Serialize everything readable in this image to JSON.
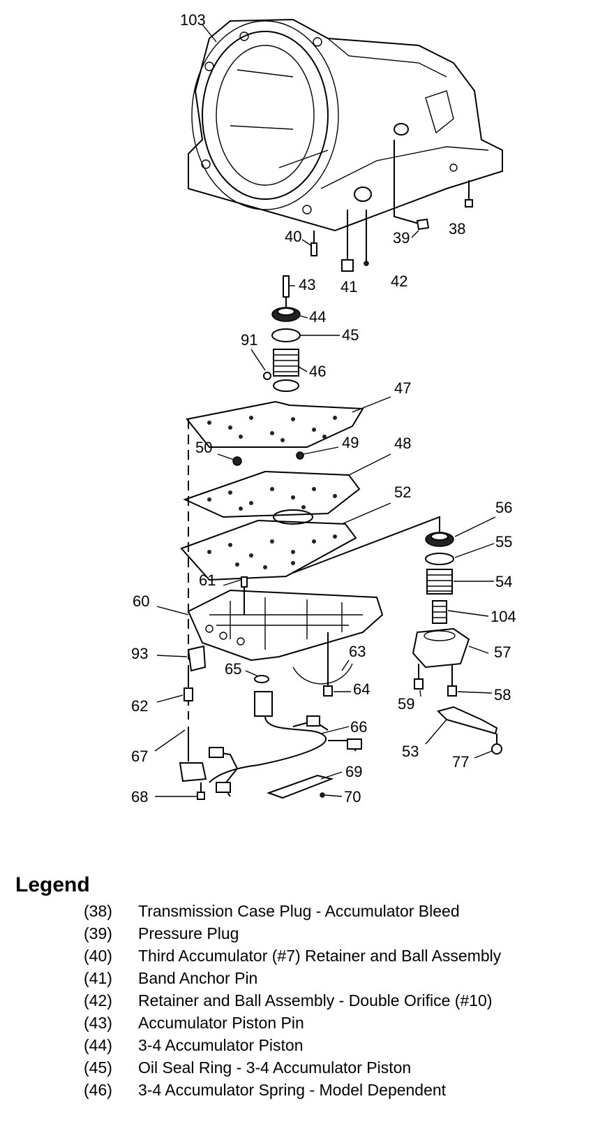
{
  "callouts": [
    "103",
    "40",
    "39",
    "38",
    "41",
    "42",
    "43",
    "44",
    "45",
    "91",
    "46",
    "47",
    "49",
    "48",
    "50",
    "52",
    "56",
    "55",
    "61",
    "54",
    "60",
    "104",
    "93",
    "57",
    "65",
    "63",
    "62",
    "64",
    "59",
    "58",
    "66",
    "67",
    "53",
    "77",
    "69",
    "68",
    "70"
  ],
  "legend": {
    "title": "Legend",
    "items": [
      {
        "num": "(38)",
        "desc": "Transmission  Case Plug - Accumulator  Bleed"
      },
      {
        "num": "(39)",
        "desc": "Pressure  Plug"
      },
      {
        "num": "(40)",
        "desc": "Third  Accumulator (#7) Retainer and Ball Assembly"
      },
      {
        "num": "(41)",
        "desc": "Band  Anchor Pin"
      },
      {
        "num": "(42)",
        "desc": "Retainer  and Ball Assembly - Double Orifice (#10)"
      },
      {
        "num": "(43)",
        "desc": "Accumulator   Piston Pin"
      },
      {
        "num": "(44)",
        "desc": "3-4  Accumulator Piston"
      },
      {
        "num": "(45)",
        "desc": "Oil  Seal Ring - 3-4 Accumulator Piston"
      },
      {
        "num": "(46)",
        "desc": "3-4  Accumulator Spring - Model Dependent"
      }
    ]
  }
}
